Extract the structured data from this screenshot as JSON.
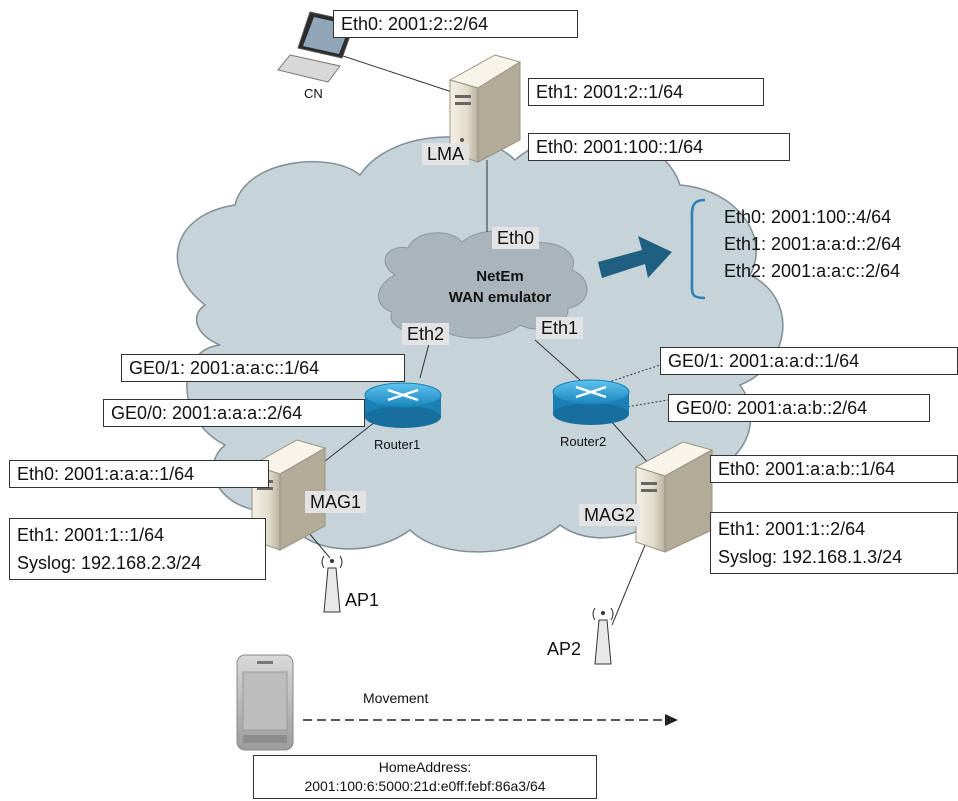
{
  "cn": {
    "label": "CN",
    "eth0": "Eth0: 2001:2::2/64"
  },
  "lma": {
    "label": "LMA",
    "eth1": "Eth1: 2001:2::1/64",
    "eth0": "Eth0: 2001:100::1/64",
    "eth0_tag": "Eth0"
  },
  "netem": {
    "line1": "NetEm",
    "line2": "WAN emulator",
    "eth2_tag": "Eth2",
    "eth1_tag": "Eth1",
    "interfaces": [
      "Eth0: 2001:100::4/64",
      "Eth1: 2001:a:a:d::2/64",
      "Eth2: 2001:a:a:c::2/64"
    ]
  },
  "router1": {
    "label": "Router1",
    "ge01": "GE0/1: 2001:a:a:c::1/64",
    "ge00": "GE0/0: 2001:a:a:a::2/64"
  },
  "router2": {
    "label": "Router2",
    "ge01": "GE0/1: 2001:a:a:d::1/64",
    "ge00": "GE0/0: 2001:a:a:b::2/64"
  },
  "mag1": {
    "label": "MAG1",
    "eth0": "Eth0: 2001:a:a:a::1/64",
    "eth1": "Eth1: 2001:1::1/64",
    "syslog": "Syslog: 192.168.2.3/24"
  },
  "mag2": {
    "label": "MAG2",
    "eth0": "Eth0: 2001:a:a:b::1/64",
    "eth1": "Eth1: 2001:1::2/64",
    "syslog": "Syslog: 192.168.1.3/24"
  },
  "ap1": {
    "label": "AP1"
  },
  "ap2": {
    "label": "AP2"
  },
  "movement": {
    "label": "Movement"
  },
  "home_address": {
    "line1": "HomeAddress:",
    "line2": "2001:100:6:5000:21d:e0ff:febf:86a3/64"
  },
  "colors": {
    "cloud": "#c6d3d8",
    "inner_cloud": "#a9b5ba",
    "router": "#2aa3d8",
    "arrow": "#1e5f82",
    "bracket": "#2d7fb5"
  }
}
